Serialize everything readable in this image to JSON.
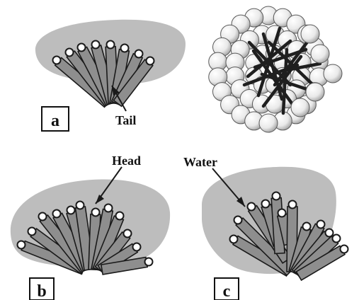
{
  "labels": {
    "panel_a": "a",
    "panel_b": "b",
    "panel_c": "c",
    "tail": "Tail",
    "head": "Head",
    "water": "Water"
  },
  "colors": {
    "water_region": "#bdbdbd",
    "tail_fill": "#8e8e8e",
    "tail_stroke": "#1a1a1a",
    "head_fill": "#ffffff",
    "micelle_chain": "#1f1f1f",
    "text": "#111111"
  }
}
